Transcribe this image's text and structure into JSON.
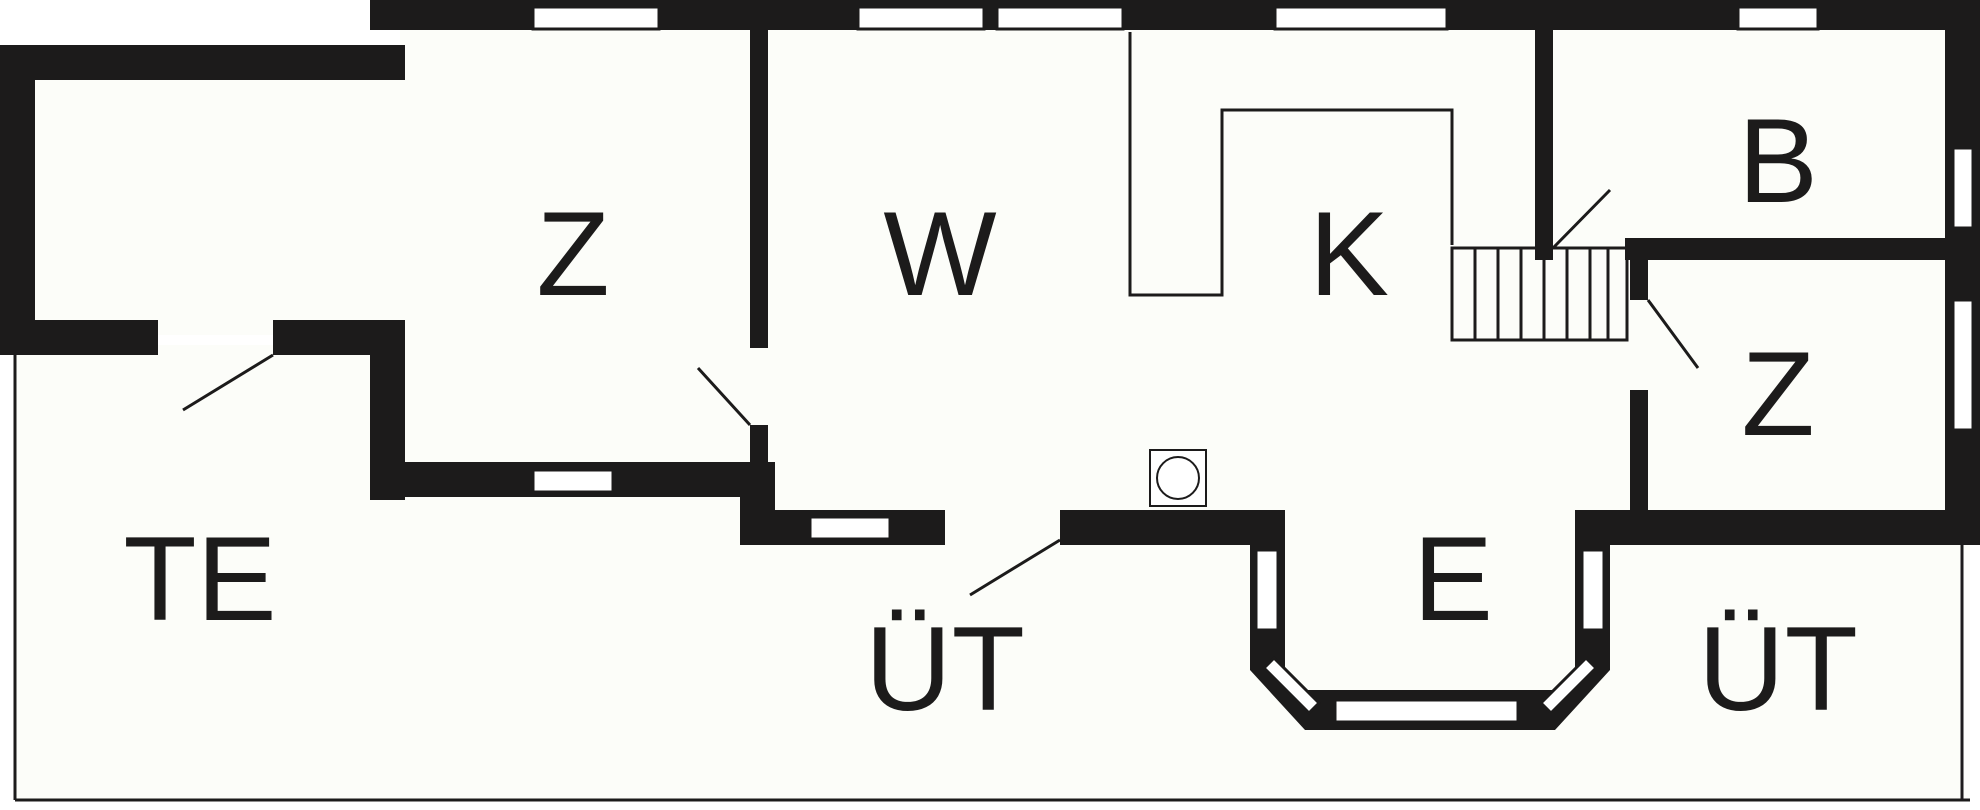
{
  "floorplan": {
    "colors": {
      "wall": "#1c1b1b",
      "floor": "#fcfdf9",
      "window": "#ffffff",
      "background": "#ffffff"
    },
    "rooms": [
      {
        "id": "z-left",
        "label": "Z"
      },
      {
        "id": "w",
        "label": "W"
      },
      {
        "id": "k",
        "label": "K"
      },
      {
        "id": "b",
        "label": "B"
      },
      {
        "id": "z-right",
        "label": "Z"
      },
      {
        "id": "te",
        "label": "TE"
      },
      {
        "id": "ut-center",
        "label": "ÜT"
      },
      {
        "id": "e",
        "label": "E"
      },
      {
        "id": "ut-right",
        "label": "ÜT"
      }
    ]
  }
}
